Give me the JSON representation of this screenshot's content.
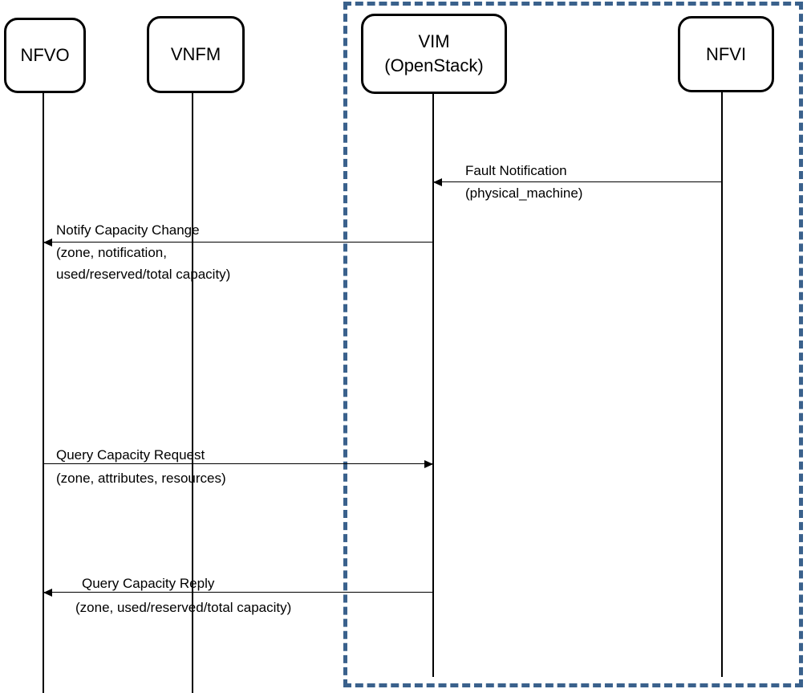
{
  "diagram": {
    "type": "sequence-diagram",
    "actors": [
      {
        "id": "nfvo",
        "label": "NFVO"
      },
      {
        "id": "vnfm",
        "label": "VNFM"
      },
      {
        "id": "vim",
        "label": "VIM\n(OpenStack)"
      },
      {
        "id": "nfvi",
        "label": "NFVI"
      }
    ],
    "boundary": {
      "encloses": [
        "vim",
        "nfvi"
      ],
      "style": "dashed",
      "color": "#3A618C"
    },
    "messages": [
      {
        "label": "Fault Notification",
        "params": [
          "(physical_machine)"
        ],
        "from": "nfvi",
        "to": "vim",
        "direction": "left"
      },
      {
        "label": "Notify Capacity Change",
        "params": [
          "(zone, notification,",
          "used/reserved/total capacity)"
        ],
        "from": "vim",
        "to": "nfvo",
        "direction": "left"
      },
      {
        "label": "Query Capacity Request",
        "params": [
          "(zone, attributes, resources)"
        ],
        "from": "nfvo",
        "to": "vim",
        "direction": "right"
      },
      {
        "label": "Query Capacity Reply",
        "params": [
          "(zone, used/reserved/total capacity)"
        ],
        "from": "vim",
        "to": "nfvo",
        "direction": "left"
      }
    ],
    "colors": {
      "boundary_dashed": "#3A618C",
      "line": "#000000",
      "text": "#000000",
      "background": "#ffffff"
    }
  }
}
